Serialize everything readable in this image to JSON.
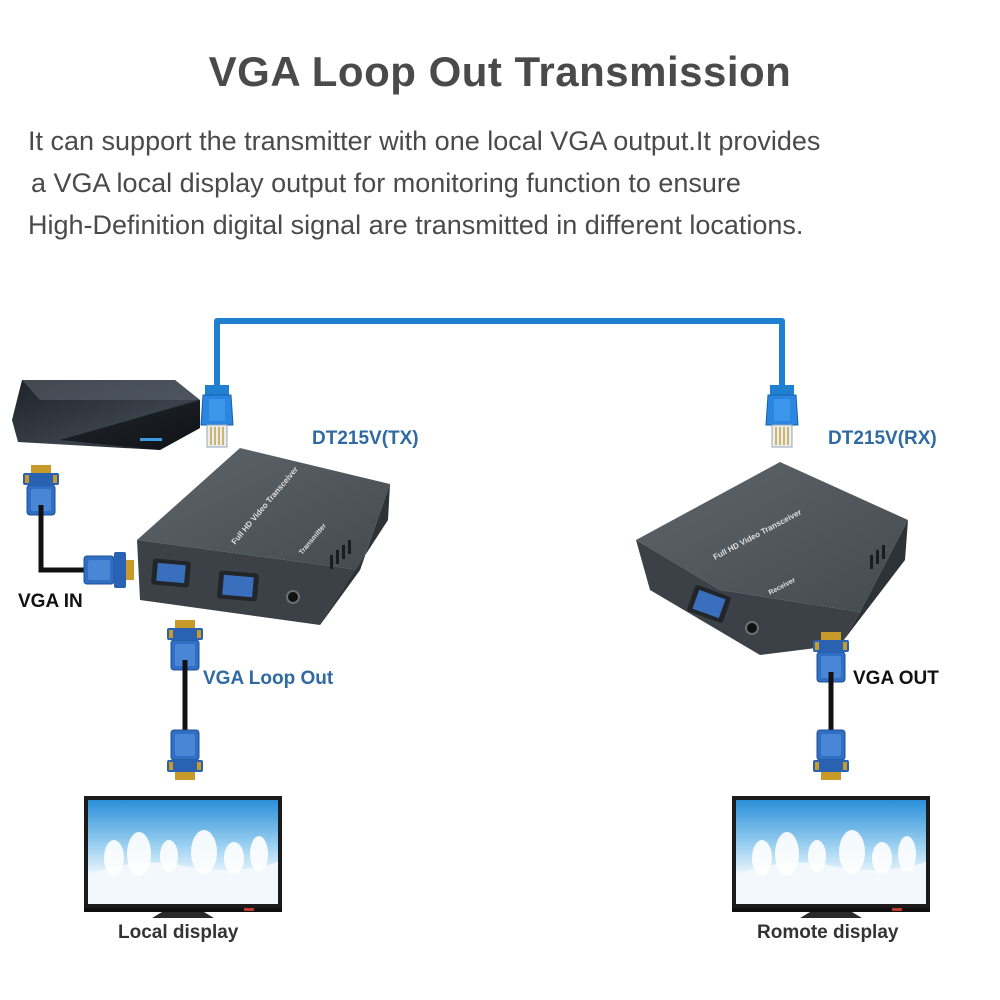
{
  "header": {
    "title": "VGA Loop Out Transmission",
    "description_lines": [
      "It can support the transmitter with one local VGA output.It provides",
      "a VGA local display output for monitoring function to ensure",
      "High-Definition digital signal are transmitted in different locations."
    ]
  },
  "labels": {
    "tx_model": "DT215V(TX)",
    "rx_model": "DT215V(RX)",
    "vga_in": "VGA IN",
    "vga_loop_out": "VGA Loop Out",
    "vga_out": "VGA OUT",
    "local_display": "Local display",
    "remote_display": "Romote display"
  },
  "devices": {
    "tx_panel_text": "Full HD Video Transceiver",
    "tx_side_text": "Transmitter",
    "rx_panel_text": "Full HD Video Transceiver",
    "rx_side_text": "Receiver"
  },
  "colors": {
    "cable_blue": "#1f7fd1",
    "vga_connector_blue": "#2f6fc4",
    "device_grey": "#4d5459",
    "label_blue": "#2f6aa3"
  }
}
